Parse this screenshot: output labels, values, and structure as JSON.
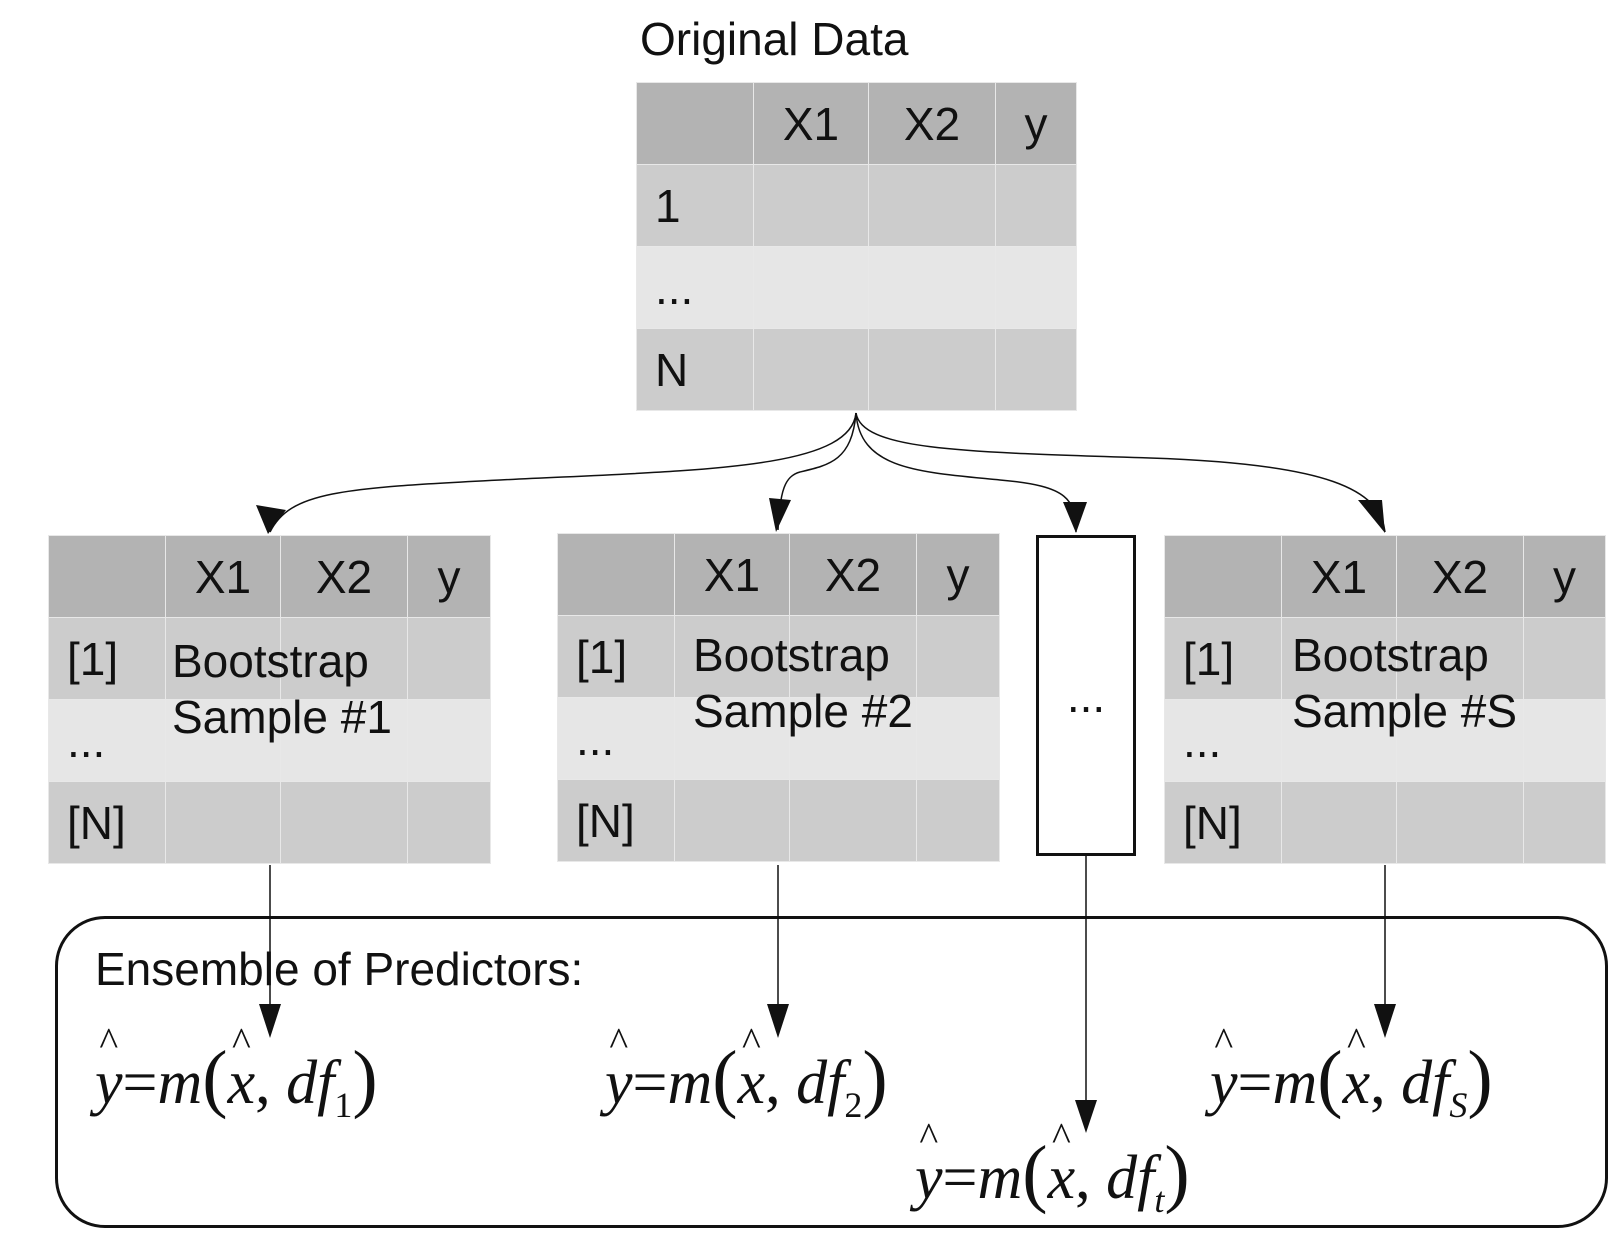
{
  "original": {
    "title": "Original Data",
    "headers": [
      "",
      "X1",
      "X2",
      "y"
    ],
    "rows": [
      "1",
      "...",
      "N"
    ]
  },
  "samples": [
    {
      "headers": [
        "",
        "X1",
        "X2",
        "y"
      ],
      "rows": [
        "[1]",
        "...",
        "[N]"
      ],
      "label_line1": "Bootstrap",
      "label_line2": "Sample #1"
    },
    {
      "headers": [
        "",
        "X1",
        "X2",
        "y"
      ],
      "rows": [
        "[1]",
        "...",
        "[N]"
      ],
      "label_line1": "Bootstrap",
      "label_line2": "Sample #2"
    },
    {
      "headers": [
        "",
        "X1",
        "X2",
        "y"
      ],
      "rows": [
        "[1]",
        "...",
        "[N]"
      ],
      "label_line1": "Bootstrap",
      "label_line2": "Sample #S"
    }
  ],
  "ellipsis_box": "...",
  "ensemble": {
    "title": "Ensemble of Predictors:",
    "formulas": [
      {
        "y": "y",
        "eq": "=",
        "m": "m",
        "x": "x",
        "df": "df",
        "sub": "1"
      },
      {
        "y": "y",
        "eq": "=",
        "m": "m",
        "x": "x",
        "df": "df",
        "sub": "2"
      },
      {
        "y": "y",
        "eq": "=",
        "m": "m",
        "x": "x",
        "df": "df",
        "sub": "S"
      },
      {
        "y": "y",
        "eq": "=",
        "m": "m",
        "x": "x",
        "df": "df",
        "sub": "t"
      }
    ]
  },
  "colors": {
    "header": "#b3b3b3",
    "row_mid": "#cccccc",
    "row_light": "#e6e6e6",
    "line": "#111111"
  }
}
